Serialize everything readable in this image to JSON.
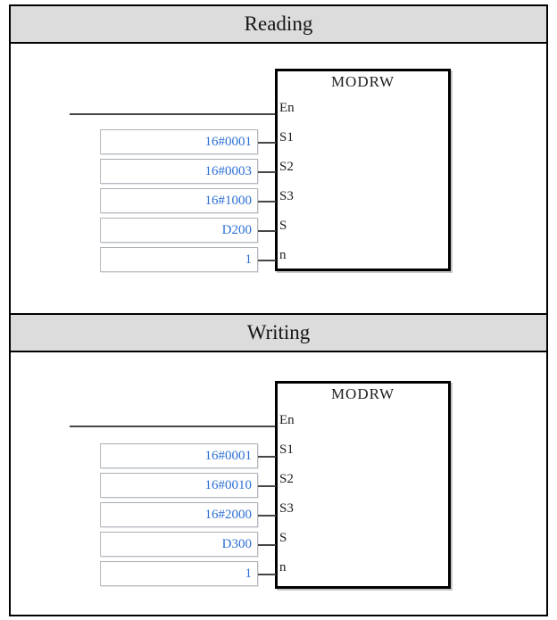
{
  "colors": {
    "header_bg": "#dcdcdc",
    "wire": "#464646",
    "value_text": "#2c6fd4",
    "table_border": "#000000"
  },
  "sections": [
    {
      "title": "Reading",
      "block": {
        "name": "MODRW",
        "pins": [
          "En",
          "S1",
          "S2",
          "S3",
          "S",
          "n"
        ]
      },
      "params": [
        {
          "pin": "S1",
          "value": "16#0001"
        },
        {
          "pin": "S2",
          "value": "16#0003"
        },
        {
          "pin": "S3",
          "value": "16#1000"
        },
        {
          "pin": "S",
          "value": "D200"
        },
        {
          "pin": "n",
          "value": "1"
        }
      ]
    },
    {
      "title": "Writing",
      "block": {
        "name": "MODRW",
        "pins": [
          "En",
          "S1",
          "S2",
          "S3",
          "S",
          "n"
        ]
      },
      "params": [
        {
          "pin": "S1",
          "value": "16#0001"
        },
        {
          "pin": "S2",
          "value": "16#0010"
        },
        {
          "pin": "S3",
          "value": "16#2000"
        },
        {
          "pin": "S",
          "value": "D300"
        },
        {
          "pin": "n",
          "value": "1"
        }
      ]
    }
  ]
}
